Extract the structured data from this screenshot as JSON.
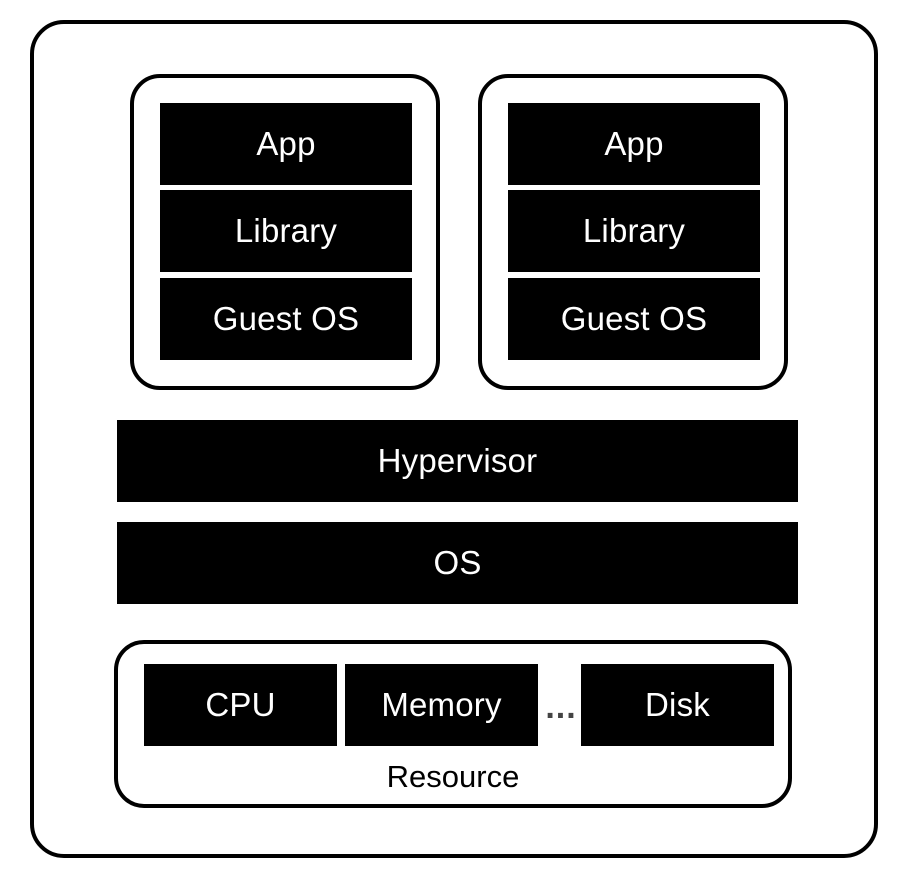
{
  "vms": [
    {
      "app_label": "App",
      "library_label": "Library",
      "guest_os_label": "Guest OS"
    },
    {
      "app_label": "App",
      "library_label": "Library",
      "guest_os_label": "Guest OS"
    }
  ],
  "hypervisor_label": "Hypervisor",
  "host_os_label": "OS",
  "resource": {
    "cpu_label": "CPU",
    "memory_label": "Memory",
    "ellipsis": "...",
    "disk_label": "Disk",
    "label": "Resource"
  }
}
